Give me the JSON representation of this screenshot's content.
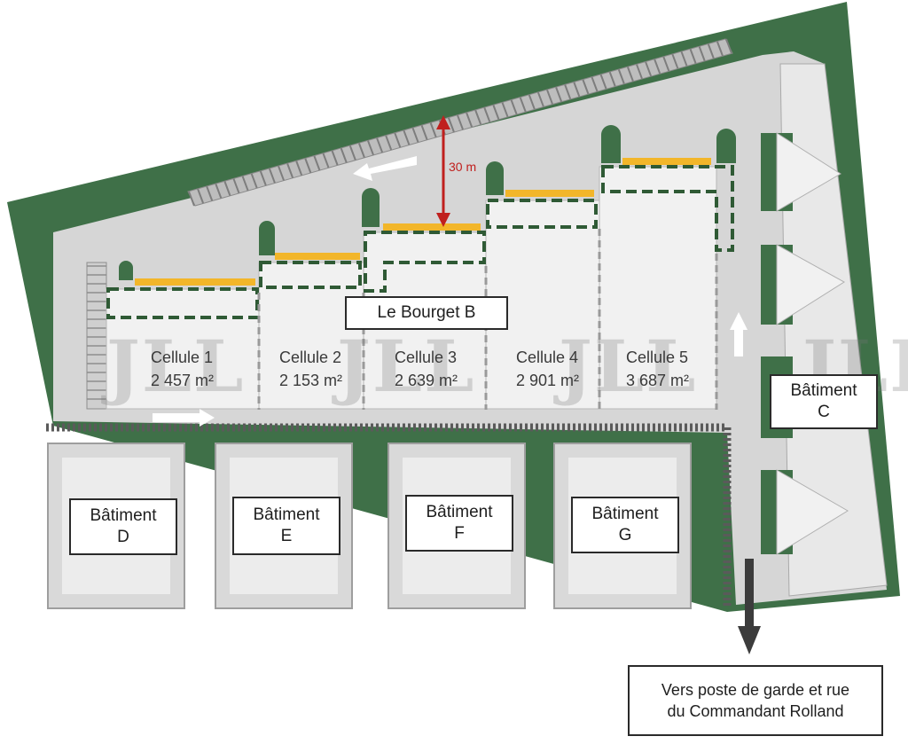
{
  "colors": {
    "grass": "#3f7048",
    "asphalt": "#d4d4d4",
    "building": "#f1f1f1",
    "dash": "#2f5a35",
    "docks": "#f2b62a",
    "arrow_white": "#ffffff",
    "dimension": "#c0201e"
  },
  "main_building": {
    "label": "Le Bourget B",
    "cells": [
      {
        "name": "Cellule 1",
        "area": "2 457 m²"
      },
      {
        "name": "Cellule 2",
        "area": "2 153 m²"
      },
      {
        "name": "Cellule 3",
        "area": "2 639 m²"
      },
      {
        "name": "Cellule 4",
        "area": "2 901 m²"
      },
      {
        "name": "Cellule 5",
        "area": "3 687 m²"
      }
    ]
  },
  "yard_depth": "30 m",
  "buildings": [
    {
      "line1": "Bâtiment",
      "line2": "C"
    },
    {
      "line1": "Bâtiment",
      "line2": "D"
    },
    {
      "line1": "Bâtiment",
      "line2": "E"
    },
    {
      "line1": "Bâtiment",
      "line2": "F"
    },
    {
      "line1": "Bâtiment",
      "line2": "G"
    }
  ],
  "exit": {
    "line1": "Vers poste de garde et rue",
    "line2": "du Commandant Rolland"
  },
  "watermark": "JLL",
  "icons": [
    "traffic-arrow-icon",
    "exit-arrow-icon",
    "dimension-arrow-icon",
    "jll-logo-icon"
  ]
}
